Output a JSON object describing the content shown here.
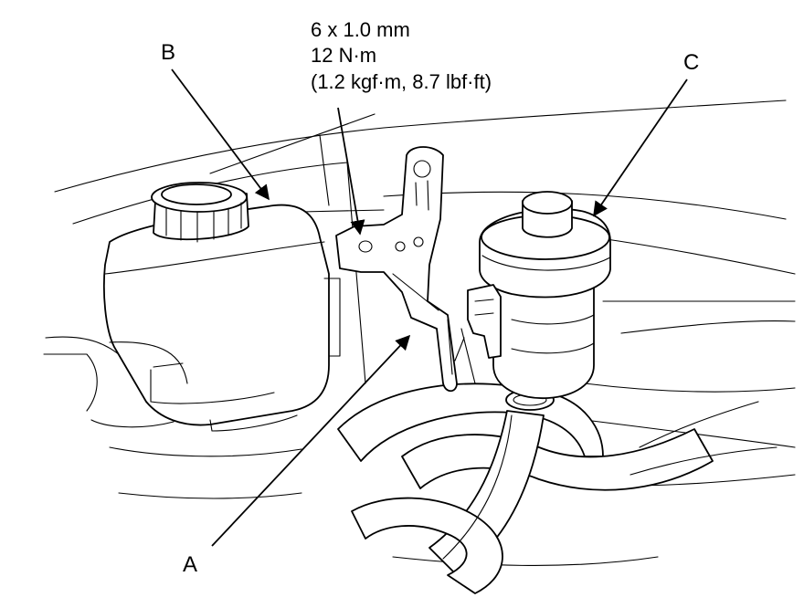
{
  "spec": {
    "line1": "6 x 1.0 mm",
    "line2": "12 N·m",
    "line3": "(1.2 kgf·m, 8.7 lbf·ft)"
  },
  "callouts": {
    "a": "A",
    "b": "B",
    "c": "C"
  }
}
